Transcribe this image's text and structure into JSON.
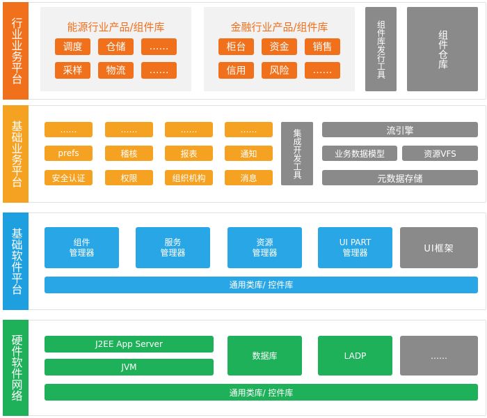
{
  "colors": {
    "orange": "#f0701b",
    "yellow": "#f5a122",
    "blue": "#1e9fe0",
    "green": "#1fb15a",
    "grey": "#8a8a8a"
  },
  "row1": {
    "side": "行业业务平台",
    "energy": {
      "title": "能源行业产品/组件库",
      "items": [
        "调度",
        "仓储",
        "……",
        "采样",
        "物流",
        "……"
      ]
    },
    "finance": {
      "title": "金融行业产品/组件库",
      "items": [
        "柜台",
        "资金",
        "销售",
        "信用",
        "风险",
        "……"
      ]
    },
    "tool": "组件库发行工具",
    "warehouse": "组件仓库"
  },
  "row2": {
    "side": "基础业务平台",
    "tiles": [
      "……",
      "……",
      "……",
      "……",
      "prefs",
      "稽核",
      "报表",
      "通知",
      "安全认证",
      "权限",
      "组织机构",
      "消息"
    ],
    "tool": "集成开发工具",
    "flow": "流引擎",
    "model": "业务数据模型",
    "vfs": "资源VFS",
    "meta": "元数据存储"
  },
  "row3": {
    "side": "基础软件平台",
    "managers": [
      "组件\n管理器",
      "服务\n管理器",
      "资源\n管理器",
      "UI PART\n管理器"
    ],
    "ui_frame": "UI框架",
    "lib": "通用类库/ 控件库"
  },
  "row4": {
    "side": "硬件软件网络",
    "j2ee": "J2EE App Server",
    "jvm": "JVM",
    "db": "数据库",
    "ldap": "LADP",
    "more": "……",
    "lib": "通用类库/ 控件库"
  }
}
